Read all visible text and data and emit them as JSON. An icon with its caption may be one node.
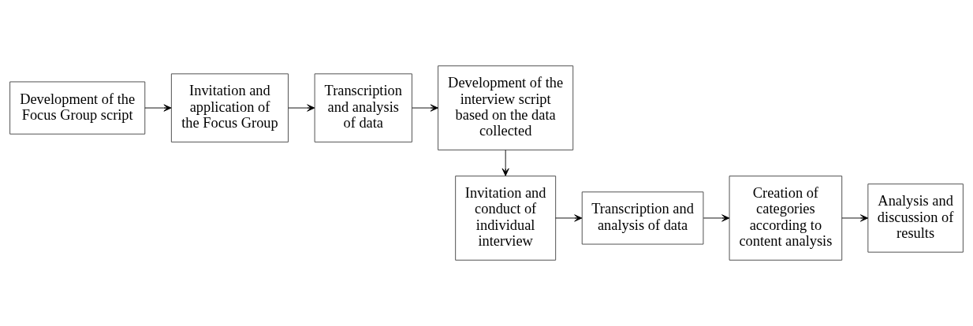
{
  "diagram": {
    "nodes": [
      {
        "text": [
          "Development of the Focus Group script"
        ]
      },
      {
        "text": [
          "Invitation and application of the Focus Group"
        ]
      },
      {
        "text": [
          "Transcription and analysis of data"
        ]
      },
      {
        "text": [
          "Development of the interview script based on the data collected"
        ]
      },
      {
        "text": [
          "Invitation and conduct of individual interview"
        ]
      },
      {
        "text": [
          "Transcription and analysis of data"
        ]
      },
      {
        "text": [
          "Creation of categories according to content analysis"
        ]
      },
      {
        "text": [
          "Analysis and discussion of results"
        ]
      }
    ],
    "edges": [
      {
        "from": 0,
        "to": 1,
        "arrow": "to"
      },
      {
        "from": 1,
        "to": 2,
        "arrow": "to"
      },
      {
        "from": 2,
        "to": 3,
        "arrow": "to"
      },
      {
        "from": 3,
        "to": 4,
        "arrow": "to"
      },
      {
        "from": 4,
        "to": 5,
        "arrow": "to"
      },
      {
        "from": 5,
        "to": 6,
        "arrow": "to"
      },
      {
        "from": 6,
        "to": 7,
        "arrow": "to"
      }
    ]
  }
}
